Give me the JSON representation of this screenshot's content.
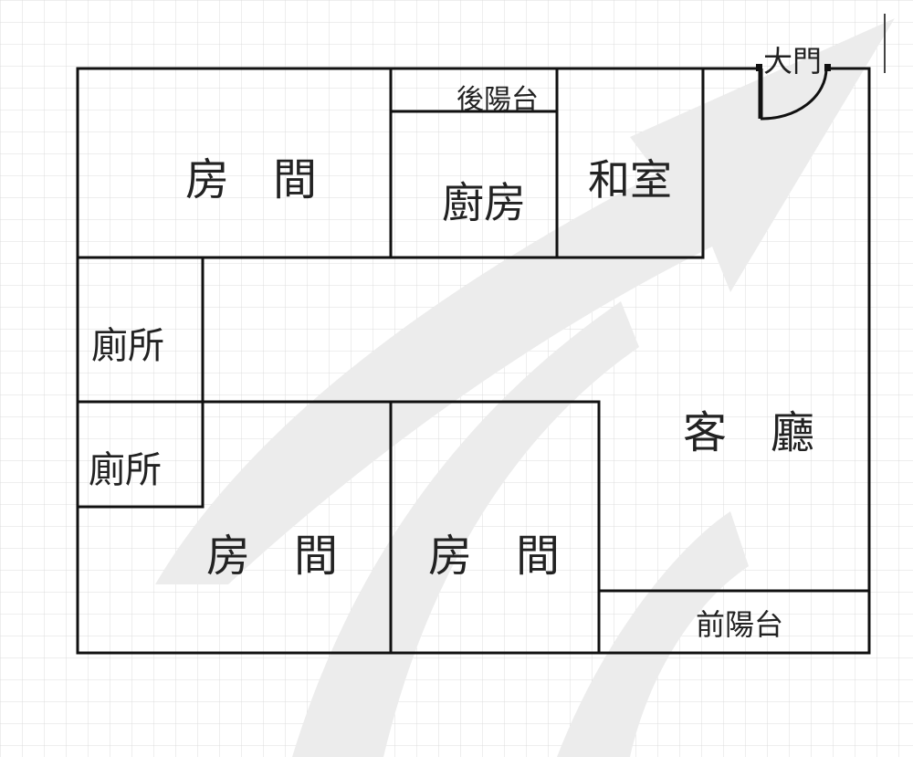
{
  "labels": {
    "bedroom_top": "房　間",
    "back_balcony": "後陽台",
    "kitchen": "廚房",
    "japanese_room": "和室",
    "main_door": "大門",
    "toilet_upper": "廁所",
    "toilet_lower": "廁所",
    "living_room": "客　廳",
    "bedroom_bottom_left": "房　間",
    "bedroom_bottom_mid": "房　間",
    "front_balcony": "前陽台"
  },
  "colors": {
    "background": "#ffffff",
    "grid_line": "#dcdcdc",
    "wall": "#111111",
    "watermark": "#ececec",
    "text": "#222222"
  },
  "icons": {
    "watermark": "arrow-logo-watermark",
    "door": "door-swing-icon"
  }
}
